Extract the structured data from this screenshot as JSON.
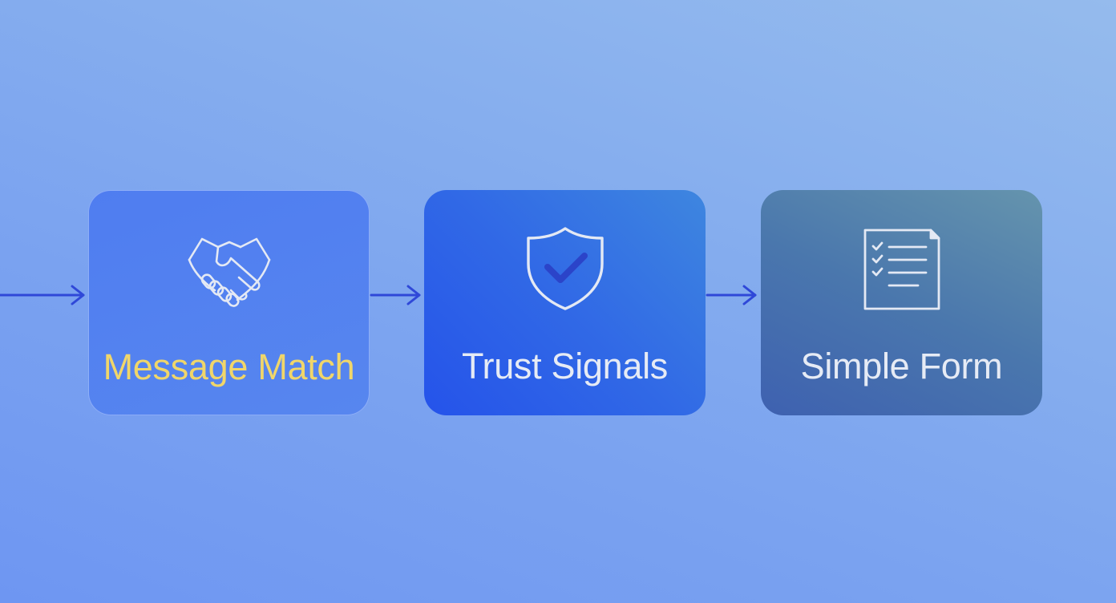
{
  "colors": {
    "arrow": "#2f48d8",
    "label_highlight": "#f0d66a",
    "label_default": "#e6ebf5",
    "icon_outline": "#e4e9f4",
    "check_mark": "#2b44c9"
  },
  "steps": [
    {
      "label": "Message Match",
      "icon": "handshake-icon",
      "highlighted": true
    },
    {
      "label": "Trust Signals",
      "icon": "shield-check-icon",
      "highlighted": false
    },
    {
      "label": "Simple Form",
      "icon": "checklist-document-icon",
      "highlighted": false
    }
  ]
}
